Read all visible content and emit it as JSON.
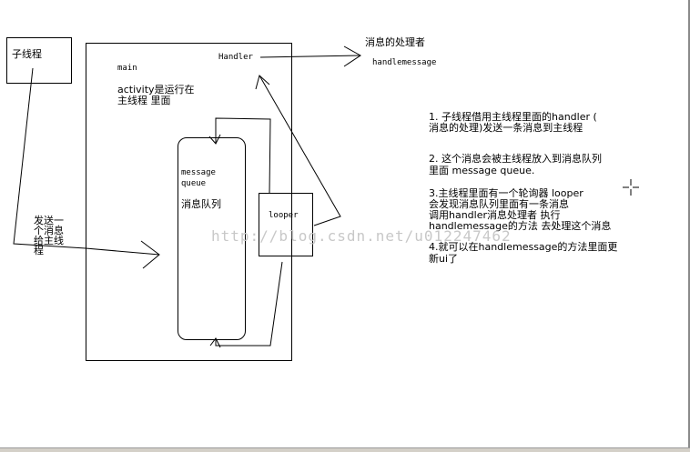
{
  "subthread": {
    "label": "子线程"
  },
  "main_box": {
    "title": "main",
    "activity_line1": "activity是运行在",
    "activity_line2": "主线程 里面"
  },
  "handler": {
    "label": "Handler"
  },
  "processor": {
    "title": "消息的处理者",
    "method": "handlemessage"
  },
  "queue": {
    "line1": "message",
    "line2": "queue",
    "cn": "消息队列"
  },
  "looper": {
    "label": "looper"
  },
  "send_text": {
    "l1": "发送一",
    "l2": "个消息",
    "l3": "给主线",
    "l4": "程"
  },
  "notes": {
    "n1a": "1. 子线程借用主线程里面的handler (",
    "n1b": "消息的处理)发送一条消息到主线程",
    "n2a": "2. 这个消息会被主线程放入到消息队列",
    "n2b": "里面 message queue.",
    "n3a": "3.主线程里面有一个轮询器 looper",
    "n3b": "会发现消息队列里面有一条消息",
    "n3c": "调用handler消息处理者 执行",
    "n3d": "handlemessage的方法 去处理这个消息",
    "n4a": "4.就可以在handlemessage的方法里面更",
    "n4b": "新ui了"
  },
  "watermark": "http://blog.csdn.net/u012247462",
  "icons": {
    "cursor": "crosshair-cursor-icon"
  }
}
